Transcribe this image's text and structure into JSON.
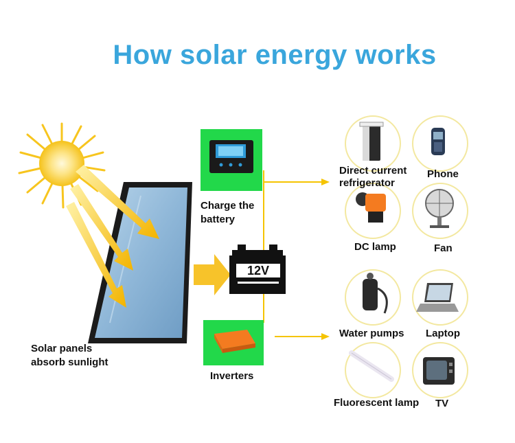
{
  "title": "How solar energy works",
  "solar_panel": {
    "label_line1": "Solar panels",
    "label_line2": "absorb sunlight"
  },
  "controller": {
    "label_line1": "Charge the",
    "label_line2": "battery"
  },
  "battery": {
    "voltage": "12V"
  },
  "inverter": {
    "label": "Inverters"
  },
  "dc_devices": [
    {
      "label_line1": "Direct current",
      "label_line2": "refrigerator",
      "icon": "refrigerator-icon"
    },
    {
      "label": "Phone",
      "icon": "phone-icon"
    },
    {
      "label": "DC lamp",
      "icon": "dc-lamp-icon"
    },
    {
      "label": "Fan",
      "icon": "fan-icon"
    }
  ],
  "ac_devices": [
    {
      "label": "Water pumps",
      "icon": "water-pump-icon"
    },
    {
      "label": "Laptop",
      "icon": "laptop-icon"
    },
    {
      "label": "Fluorescent lamp",
      "icon": "fluorescent-lamp-icon"
    },
    {
      "label": "TV",
      "icon": "tv-icon"
    }
  ],
  "colors": {
    "title": "#3aa6dc",
    "box_green": "#22d84a",
    "arrow_yellow": "#f5c400",
    "sun": "#f7c51e"
  }
}
